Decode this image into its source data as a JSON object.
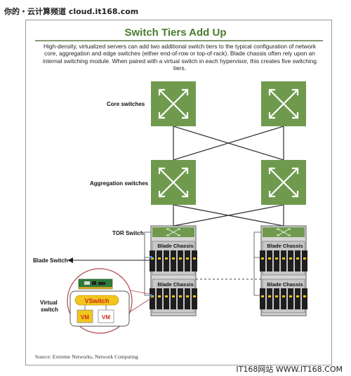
{
  "watermark_top": "你的・云计算频道 cloud.it168.com",
  "watermark_bottom": "IT168网站 WWW.IT168.COM",
  "title": "Switch Tiers Add Up",
  "description": "High-density, virtualized servers can add two additional switch tiers to the typical configuration of network core, aggregation and edge switches (either end-of-row or top-of-rack). Blade chassis often rely upon an internal switching module. When paired with a virtual switch in each hypervisor, this creates five switching tiers.",
  "labels": {
    "core": "Core switches",
    "aggregation": "Aggregation switches",
    "tor": "TOR Switch",
    "blade_switch": "Blade Switch",
    "virtual_switch_line1": "Virtual",
    "virtual_switch_line2": "switch"
  },
  "chassis": {
    "label": "Blade Chassis"
  },
  "vm_detail": {
    "vswitch": "VSwitch",
    "vm1": "VM",
    "vm2": "VM"
  },
  "source": "Source: Extreme Networks, Network Computing",
  "colors": {
    "switch_green": "#6f9a4e",
    "title_green": "#4a7a2e",
    "vswitch_yellow": "#f2c61c",
    "vm_red": "#cc2a1a",
    "detail_circle": "#b0444a"
  }
}
